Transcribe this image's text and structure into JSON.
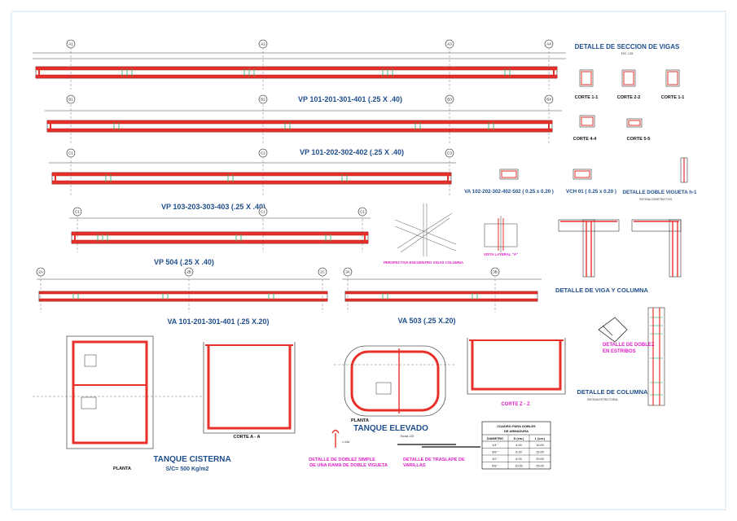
{
  "sheet": {
    "beams": [
      {
        "title": "VP 101-201-301-401 (.25 X .40)",
        "axes": [
          "A1",
          "A2",
          "A3",
          "A4"
        ]
      },
      {
        "title": "VP 101-202-302-402 (.25 X .40)",
        "axes": [
          "B1",
          "B2",
          "B3",
          "B4"
        ]
      },
      {
        "title": "VP 103-203-303-403 (.25 X .40)",
        "axes": [
          "C1",
          "C2",
          "C3"
        ]
      },
      {
        "title": "VP 504 (.25 X .40)",
        "axes": [
          "C1",
          "C1",
          "C1"
        ]
      },
      {
        "title": "VA  101-201-301-401 (.25 X.20)",
        "axes": [
          "2A",
          "2B",
          "2C"
        ]
      },
      {
        "title": "VA  503 (.25 X.20)",
        "axes": [
          "3A",
          "3B"
        ]
      }
    ],
    "section_details": {
      "title": "DETALLE DE SECCION DE VIGAS",
      "scale": "ESC. 1/25",
      "cuts": [
        "CORTE 1-1",
        "CORTE 2-2",
        "CORTE 1-1",
        "CORTE 4-4",
        "CORTE 5-5"
      ]
    },
    "secondary_beams": {
      "va_label": "VA 102-202-302-402-502 ( 0.25 x 0.20 )",
      "vch_label": "VCH 01 ( 0.25 x 0.20 )",
      "joist_label": "DETALLE DOBLE VIGUETA h-1",
      "joist_note": "SISTEMA CONSTRUCTIVO"
    },
    "perspective": {
      "label": "PERSPECTIVA ENCUENTRO VIGAS COLUMNA",
      "side_label": "VISTA LATERAL \"A\""
    },
    "beam_column": {
      "title": "DETALLE DE VIGA Y COLUMNA"
    },
    "bending": {
      "title_line1": "DETALLE  DE DOBLEZ",
      "title_line2": "EN ESTRIBOS"
    },
    "column": {
      "title": "DETALLE DE COLUMNA",
      "note": "SISTEMA ESTRUCTURAL"
    },
    "cistern": {
      "title": "TANQUE CISTERNA",
      "load": "S/C= 500 Kg/m2",
      "plan_label": "PLANTA",
      "cut_label": "CORTE A - A"
    },
    "tank": {
      "plan_label": "PLANTA",
      "title": "TANQUE ELEVADO",
      "scale": "Escala 1/25",
      "cut_label": "CORTE Z - Z"
    },
    "simple_bend": {
      "line1": "DETALLE  DE DOBLEZ SIMPLE",
      "line2": "DE UNA RAMA DE DOBLE VIGUETA",
      "dim": "L=16ø"
    },
    "overlap": {
      "line1": "DETALLE DE TRASLAPE DE",
      "line2": "VARILLAS"
    },
    "bend_table": {
      "title_line1": "CUADRO PARA DOBLES",
      "title_line2": "DE ARMADURA",
      "headers": [
        "DIAMETRO",
        "D (cm.)",
        "L (cm.)"
      ],
      "rows": [
        [
          "1/4 \"",
          "4.00",
          "10.00"
        ],
        [
          "3/8 \"",
          "6.00",
          "15.00"
        ],
        [
          "1/2 \"",
          "8.00",
          "20.00"
        ],
        [
          "5/8 \"",
          "10.00",
          "25.00"
        ]
      ]
    },
    "colors": {
      "title_blue": "#1f4e8c",
      "rebar_red": "#e8302a",
      "stirrup_green": "#2eae58",
      "label_magenta": "#e020c8"
    }
  }
}
